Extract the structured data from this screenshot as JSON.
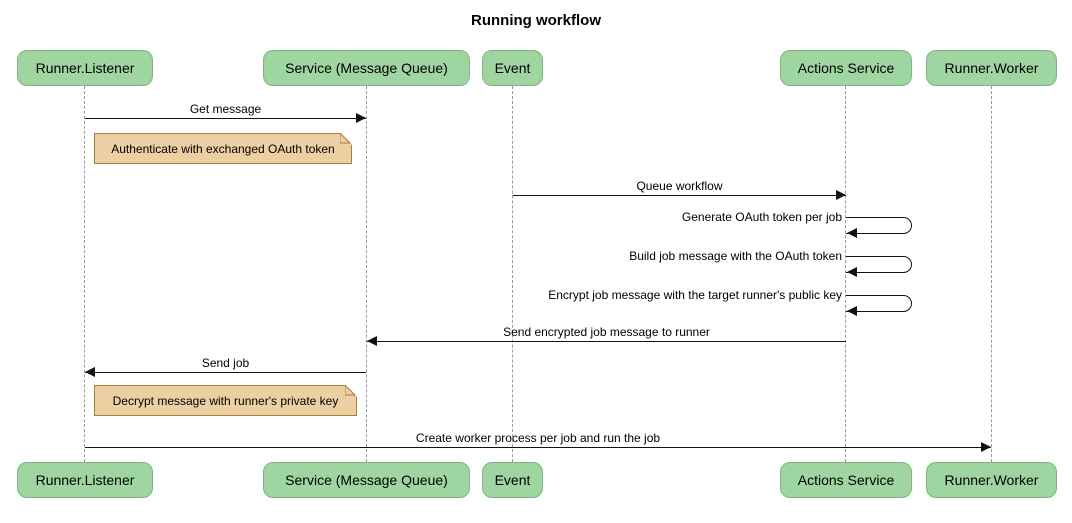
{
  "title": "Running workflow",
  "diagram_type": "sequence-diagram",
  "colors": {
    "actor_fill": "#9ed5a0",
    "actor_border": "#82b284",
    "note_fill": "#edcfa4",
    "note_border": "#aa7d39",
    "lifeline": "#999999",
    "arrow": "#111111",
    "text": "#000000",
    "background": "#ffffff"
  },
  "actors": [
    {
      "id": "runner-listener",
      "label": "Runner.Listener"
    },
    {
      "id": "service-message-queue",
      "label": "Service (Message Queue)"
    },
    {
      "id": "event",
      "label": "Event"
    },
    {
      "id": "actions-service",
      "label": "Actions Service"
    },
    {
      "id": "runner-worker",
      "label": "Runner.Worker"
    }
  ],
  "messages": [
    {
      "seq": 1,
      "type": "message",
      "from": "Runner.Listener",
      "to": "Service (Message Queue)",
      "direction": "right",
      "label": "Get message"
    },
    {
      "seq": 2,
      "type": "note",
      "over": "Runner.Listener",
      "label": "Authenticate with exchanged OAuth token"
    },
    {
      "seq": 3,
      "type": "message",
      "from": "Event",
      "to": "Actions Service",
      "direction": "right",
      "label": "Queue workflow"
    },
    {
      "seq": 4,
      "type": "self",
      "actor": "Actions Service",
      "label": "Generate OAuth token per job"
    },
    {
      "seq": 5,
      "type": "self",
      "actor": "Actions Service",
      "label": "Build job message with the OAuth token"
    },
    {
      "seq": 6,
      "type": "self",
      "actor": "Actions Service",
      "label": "Encrypt job message with the target runner's public key"
    },
    {
      "seq": 7,
      "type": "message",
      "from": "Actions Service",
      "to": "Service (Message Queue)",
      "direction": "left",
      "label": "Send encrypted job message to runner"
    },
    {
      "seq": 8,
      "type": "message",
      "from": "Service (Message Queue)",
      "to": "Runner.Listener",
      "direction": "left",
      "label": "Send job"
    },
    {
      "seq": 9,
      "type": "note",
      "over": "Runner.Listener",
      "label": "Decrypt message with runner's private key"
    },
    {
      "seq": 10,
      "type": "message",
      "from": "Runner.Listener",
      "to": "Runner.Worker",
      "direction": "right",
      "label": "Create worker process per job and run the job"
    }
  ]
}
